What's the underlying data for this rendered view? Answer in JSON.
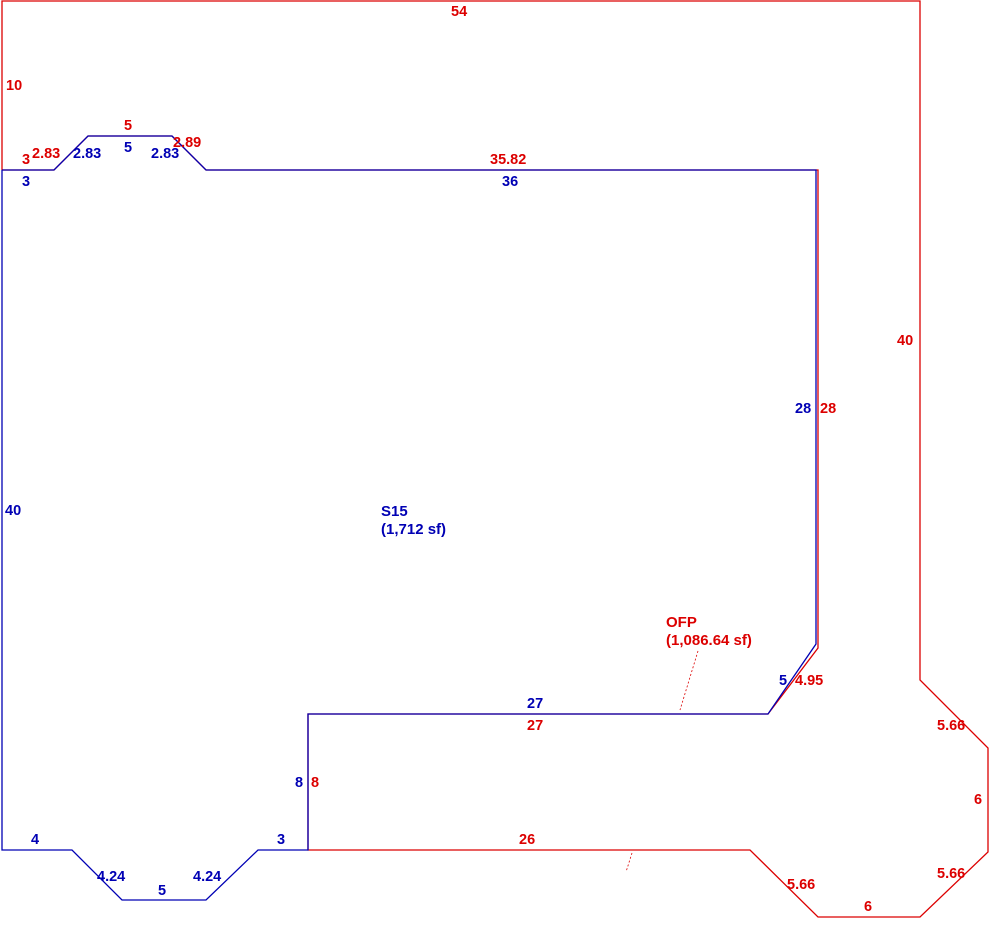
{
  "colors": {
    "blue": "#0000b4",
    "red": "#dc0000",
    "background": "#ffffff"
  },
  "areas": {
    "s15": {
      "name": "S15",
      "area": "(1,712 sf)"
    },
    "ofp": {
      "name": "OFP",
      "area": "(1,086.64 sf)"
    }
  },
  "blue_labels": {
    "top_left_short": "3",
    "top_diag_left": "2.83",
    "top_notch": "5",
    "top_diag_right": "2.83",
    "top_long": "36",
    "right_side": "28",
    "right_diag": "5",
    "mid_horizontal": "27",
    "mid_vertical": "8",
    "left_side": "40",
    "bottom_left": "4",
    "bottom_diag_left": "4.24",
    "bottom_notch": "5",
    "bottom_diag_right": "4.24",
    "bottom_right_short": "3"
  },
  "red_labels": {
    "top_edge": "54",
    "left_top": "10",
    "top_left_short": "3",
    "top_diag_left": "2.83",
    "top_notch": "5",
    "top_diag_right": "2.89",
    "top_long": "35.82",
    "right_outer": "40",
    "inner_right": "28",
    "inner_diag": "4.95",
    "mid_horizontal": "27",
    "mid_vertical": "8",
    "bottom_long": "26",
    "diag_upper_right": "5.66",
    "right_short": "6",
    "diag_lower_right": "5.66",
    "bottom_short": "6",
    "diag_lower_left": "5.66"
  }
}
